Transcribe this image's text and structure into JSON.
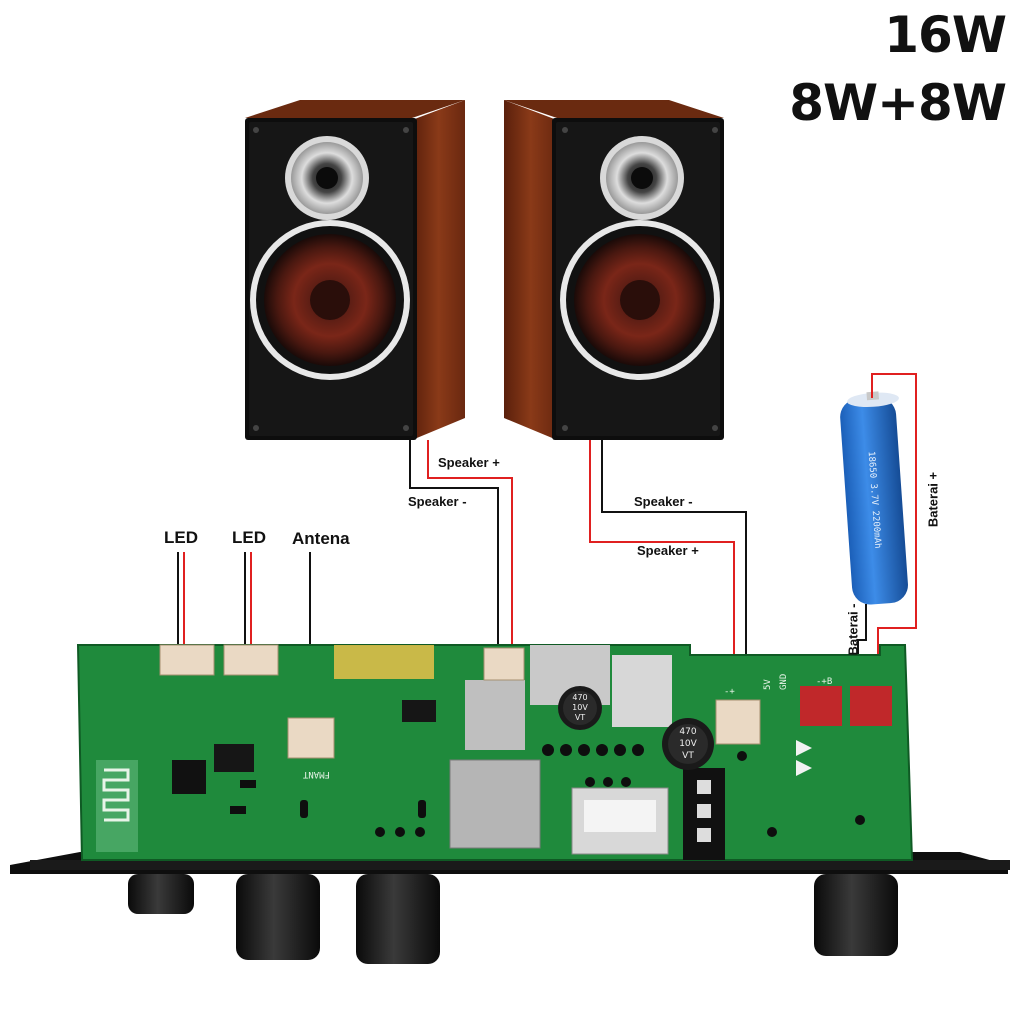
{
  "power": {
    "total": "16W",
    "split": "8W+8W"
  },
  "labels": {
    "led_1": "LED",
    "led_2": "LED",
    "antenna": "Antena",
    "left_speaker_plus": "Speaker +",
    "left_speaker_minus": "Speaker -",
    "right_speaker_minus": "Speaker -",
    "right_speaker_plus": "Speaker +",
    "battery_plus": "Baterai +",
    "battery_minus": "Baterai -"
  },
  "board": {
    "capacitor_1": [
      "470",
      "10V",
      "VT"
    ],
    "capacitor_2": [
      "470",
      "10V",
      "VT"
    ],
    "silk_ant": "FMANT",
    "silk_5v": "5V",
    "silk_gnd": "GND",
    "silk_bplus": "-+B",
    "silk_minus_plus": "-+"
  },
  "battery": {
    "text": "18650 3.7V 2200mAh"
  },
  "colors": {
    "wire_red": "#e02020",
    "wire_black": "#111111",
    "pcb": "#1f8a3c",
    "wood": "#7a2e12"
  }
}
